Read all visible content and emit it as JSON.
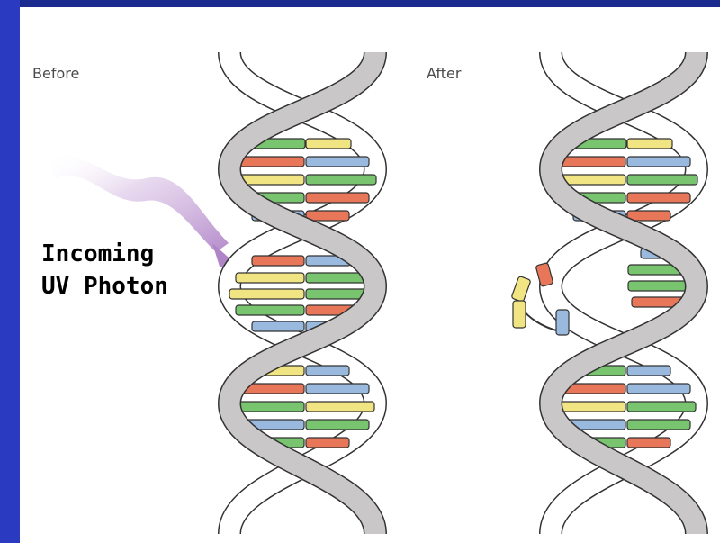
{
  "labels": {
    "before": "Before",
    "after": "After",
    "photon_line1": "Incoming",
    "photon_line2": "UV Photon"
  },
  "colors": {
    "background": "#1f2f9c",
    "panel": "#ffffff",
    "ribbon": "#c9c7c7",
    "ribbon_outline": "#333333",
    "base_green": "#79c46e",
    "base_yellow": "#f0e483",
    "base_red": "#e8775a",
    "base_blue": "#9ab9de",
    "arrow": "#c8a2d8"
  },
  "icons": {
    "photon": "wavy-arrow-icon"
  }
}
